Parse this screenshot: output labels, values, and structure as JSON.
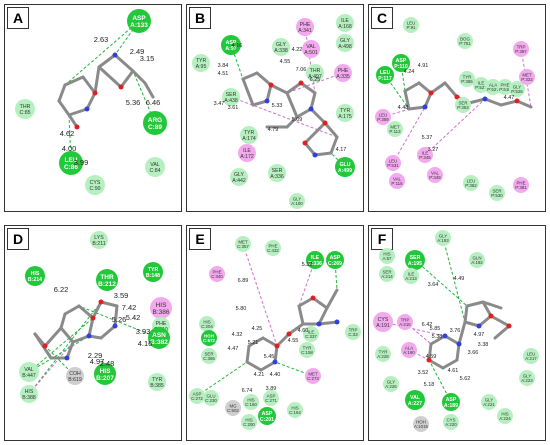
{
  "panels": [
    {
      "letter": "A",
      "residues": [
        {
          "label": "ASP\nA:133",
          "kind": "hbond"
        },
        {
          "label": "ARG\nC:89",
          "kind": "hbond"
        },
        {
          "label": "LEU\nC:86",
          "kind": "hbond"
        },
        {
          "label": "THR\nC:85",
          "kind": "vdw"
        },
        {
          "label": "VAL\nC:84",
          "kind": "vdw"
        },
        {
          "label": "CYS\nC:90",
          "kind": "vdw"
        }
      ],
      "distances": [
        "2.63",
        "2.49",
        "3.15",
        "5.36",
        "6.46",
        "4.62",
        "4.00",
        "3.99"
      ]
    },
    {
      "letter": "B",
      "residues": [
        {
          "label": "ASP\nA:97",
          "kind": "hbond"
        },
        {
          "label": "GLY\nA:338",
          "kind": "vdw"
        },
        {
          "label": "PHE\nA:341",
          "kind": "pi"
        },
        {
          "label": "ILE\nA:168",
          "kind": "vdw"
        },
        {
          "label": "GLY\nA:498",
          "kind": "vdw"
        },
        {
          "label": "VAL\nA:501",
          "kind": "pi"
        },
        {
          "label": "THR\nA:497",
          "kind": "vdw"
        },
        {
          "label": "PHE\nA:335",
          "kind": "pi"
        },
        {
          "label": "TYR\nA:95",
          "kind": "vdw"
        },
        {
          "label": "SER\nA:438",
          "kind": "vdw"
        },
        {
          "label": "TYR\nA:174",
          "kind": "vdw"
        },
        {
          "label": "ILE\nA:172",
          "kind": "pi"
        },
        {
          "label": "GLY\nA:442",
          "kind": "vdw"
        },
        {
          "label": "SER\nA:336",
          "kind": "vdw"
        },
        {
          "label": "GLY\nA:100",
          "kind": "vdw"
        },
        {
          "label": "TYR\nA:175",
          "kind": "vdw"
        },
        {
          "label": "GLU\nA:499",
          "kind": "hbond"
        }
      ],
      "distances": [
        "4.16",
        "4.22",
        "4.55",
        "7.06",
        "6.25",
        "3.84",
        "4.51",
        "3.47",
        "3.61",
        "5.33",
        "4.79",
        "5.09",
        "4.17"
      ]
    },
    {
      "letter": "C",
      "residues": [
        {
          "label": "LEU\nP:91",
          "kind": "vdw"
        },
        {
          "label": "ASP\nP:110",
          "kind": "hbond"
        },
        {
          "label": "LEU\nP:117",
          "kind": "hbond"
        },
        {
          "label": "BOG\nP:751",
          "kind": "vdw"
        },
        {
          "label": "TRP\nP:387",
          "kind": "pi"
        },
        {
          "label": "MET\nP:322",
          "kind": "pi"
        },
        {
          "label": "TYR\nP:355",
          "kind": "vdw"
        },
        {
          "label": "ILE\nP:527",
          "kind": "vdw"
        },
        {
          "label": "ALA\nP:527",
          "kind": "vdw"
        },
        {
          "label": "PHE\nP:518",
          "kind": "vdw"
        },
        {
          "label": "GLY\nP:526",
          "kind": "vdw"
        },
        {
          "label": "SER\nP:353",
          "kind": "vdw"
        },
        {
          "label": "LEU\nP:359",
          "kind": "pi"
        },
        {
          "label": "MET\nP:113",
          "kind": "vdw"
        },
        {
          "label": "LEU\nP:531",
          "kind": "pi"
        },
        {
          "label": "VAL\nP:116",
          "kind": "pi"
        },
        {
          "label": "ILE\nP:345",
          "kind": "pi"
        },
        {
          "label": "VAL\nP:349",
          "kind": "pi"
        },
        {
          "label": "SER\nP:530",
          "kind": "vdw"
        },
        {
          "label": "PHE\nP:381",
          "kind": "pi"
        },
        {
          "label": "LEU\nP:352",
          "kind": "vdw"
        }
      ],
      "distances": [
        "4.24",
        "4.91",
        "4.48",
        "5.37",
        "3.27",
        "4.47"
      ]
    },
    {
      "letter": "D",
      "residues": [
        {
          "label": "LYS\nB:211",
          "kind": "vdw"
        },
        {
          "label": "HIS\nB:214",
          "kind": "hbond"
        },
        {
          "label": "THR\nB:212",
          "kind": "hbond"
        },
        {
          "label": "TYR\nB:148",
          "kind": "hbond"
        },
        {
          "label": "HIS\nB:386",
          "kind": "pi"
        },
        {
          "label": "PHE\nB:210",
          "kind": "vdw"
        },
        {
          "label": "ASN\nB:382",
          "kind": "hbond"
        },
        {
          "label": "VAL\nB:447",
          "kind": "vdw"
        },
        {
          "label": "HIS\nB:388",
          "kind": "vdw"
        },
        {
          "label": "COH\nB:619",
          "kind": "grey"
        },
        {
          "label": "HIS\nB:207",
          "kind": "hbond"
        },
        {
          "label": "TYR\nB:385",
          "kind": "vdw"
        }
      ],
      "distances": [
        "6.22",
        "3.59",
        "7.42",
        "5.26",
        "5.42",
        "3.93",
        "4.16",
        "2.29",
        "4.97",
        "2.48"
      ]
    },
    {
      "letter": "E",
      "residues": [
        {
          "label": "MET\nC:357",
          "kind": "vdw"
        },
        {
          "label": "PHE\nC:432",
          "kind": "vdw"
        },
        {
          "label": "PHE\nC:340",
          "kind": "pi"
        },
        {
          "label": "ILE\nC:336",
          "kind": "hbond"
        },
        {
          "label": "ASP\nC:269",
          "kind": "hbond"
        },
        {
          "label": "HIS\nC:204",
          "kind": "vdw"
        },
        {
          "label": "HOH\nC:672",
          "kind": "hbond"
        },
        {
          "label": "SER\nC:365",
          "kind": "vdw"
        },
        {
          "label": "TRP\nC:33",
          "kind": "vdw"
        },
        {
          "label": "ILE\nC:337",
          "kind": "vdw"
        },
        {
          "label": "TYR\nC:158",
          "kind": "vdw"
        },
        {
          "label": "MET\nC:273",
          "kind": "pi"
        },
        {
          "label": "ASP\nC:272",
          "kind": "vdw"
        },
        {
          "label": "GLU\nC:230",
          "kind": "vdw"
        },
        {
          "label": "MG\nC:502",
          "kind": "grey"
        },
        {
          "label": "HIS\nC:160",
          "kind": "vdw"
        },
        {
          "label": "ASP\nC:271",
          "kind": "vdw"
        },
        {
          "label": "HIS\nC:164",
          "kind": "vdw"
        },
        {
          "label": "HIS\nC:200",
          "kind": "vdw"
        },
        {
          "label": "ASP\nC:201",
          "kind": "hbond"
        }
      ],
      "distances": [
        "5.32",
        "6.89",
        "5.80",
        "4.25",
        "4.32",
        "4.55",
        "4.60",
        "4.47",
        "5.21",
        "5.45",
        "4.21",
        "4.40",
        "6.74",
        "3.89"
      ]
    },
    {
      "letter": "F",
      "residues": [
        {
          "label": "GLY\nA:193",
          "kind": "vdw"
        },
        {
          "label": "HIS\nA:57",
          "kind": "vdw"
        },
        {
          "label": "SER\nA:195",
          "kind": "hbond"
        },
        {
          "label": "GLN\nA:192",
          "kind": "vdw"
        },
        {
          "label": "SER\nA:214",
          "kind": "vdw"
        },
        {
          "label": "ILE\nA:213",
          "kind": "vdw"
        },
        {
          "label": "CYS\nA:191",
          "kind": "pi"
        },
        {
          "label": "TRP\nA:215",
          "kind": "pi"
        },
        {
          "label": "ALA\nA:190",
          "kind": "pi"
        },
        {
          "label": "TYR\nA:228",
          "kind": "vdw"
        },
        {
          "label": "GLY\nA:226",
          "kind": "vdw"
        },
        {
          "label": "VAL\nA:227",
          "kind": "hbond"
        },
        {
          "label": "ASP\nA:189",
          "kind": "hbond"
        },
        {
          "label": "CYS\nA:220",
          "kind": "vdw"
        },
        {
          "label": "LEU\nA:217",
          "kind": "vdw"
        },
        {
          "label": "GLY\nA:223",
          "kind": "vdw"
        },
        {
          "label": "GLY\nA:221",
          "kind": "vdw"
        },
        {
          "label": "HOH\nA:1015",
          "kind": "grey"
        },
        {
          "label": "HIS\nA:224",
          "kind": "vdw"
        }
      ],
      "distances": [
        "3.64",
        "4.49",
        "3.76",
        "4.97",
        "3.38",
        "3.66",
        "3.52",
        "4.59",
        "5.18",
        "4.61",
        "5.62",
        "6.42",
        "5.85",
        "5.38"
      ]
    }
  ],
  "colors": {
    "hbond": "#22c83a",
    "vdw": "#b6f0c0",
    "pi": "#f2a9ee",
    "grey": "#cfcfcf",
    "hbond_line": "#22b43a",
    "pi_line": "#d070d0",
    "ligand": "#8a8a8a",
    "oxygen": "#e02020",
    "nitrogen": "#3040e0"
  }
}
